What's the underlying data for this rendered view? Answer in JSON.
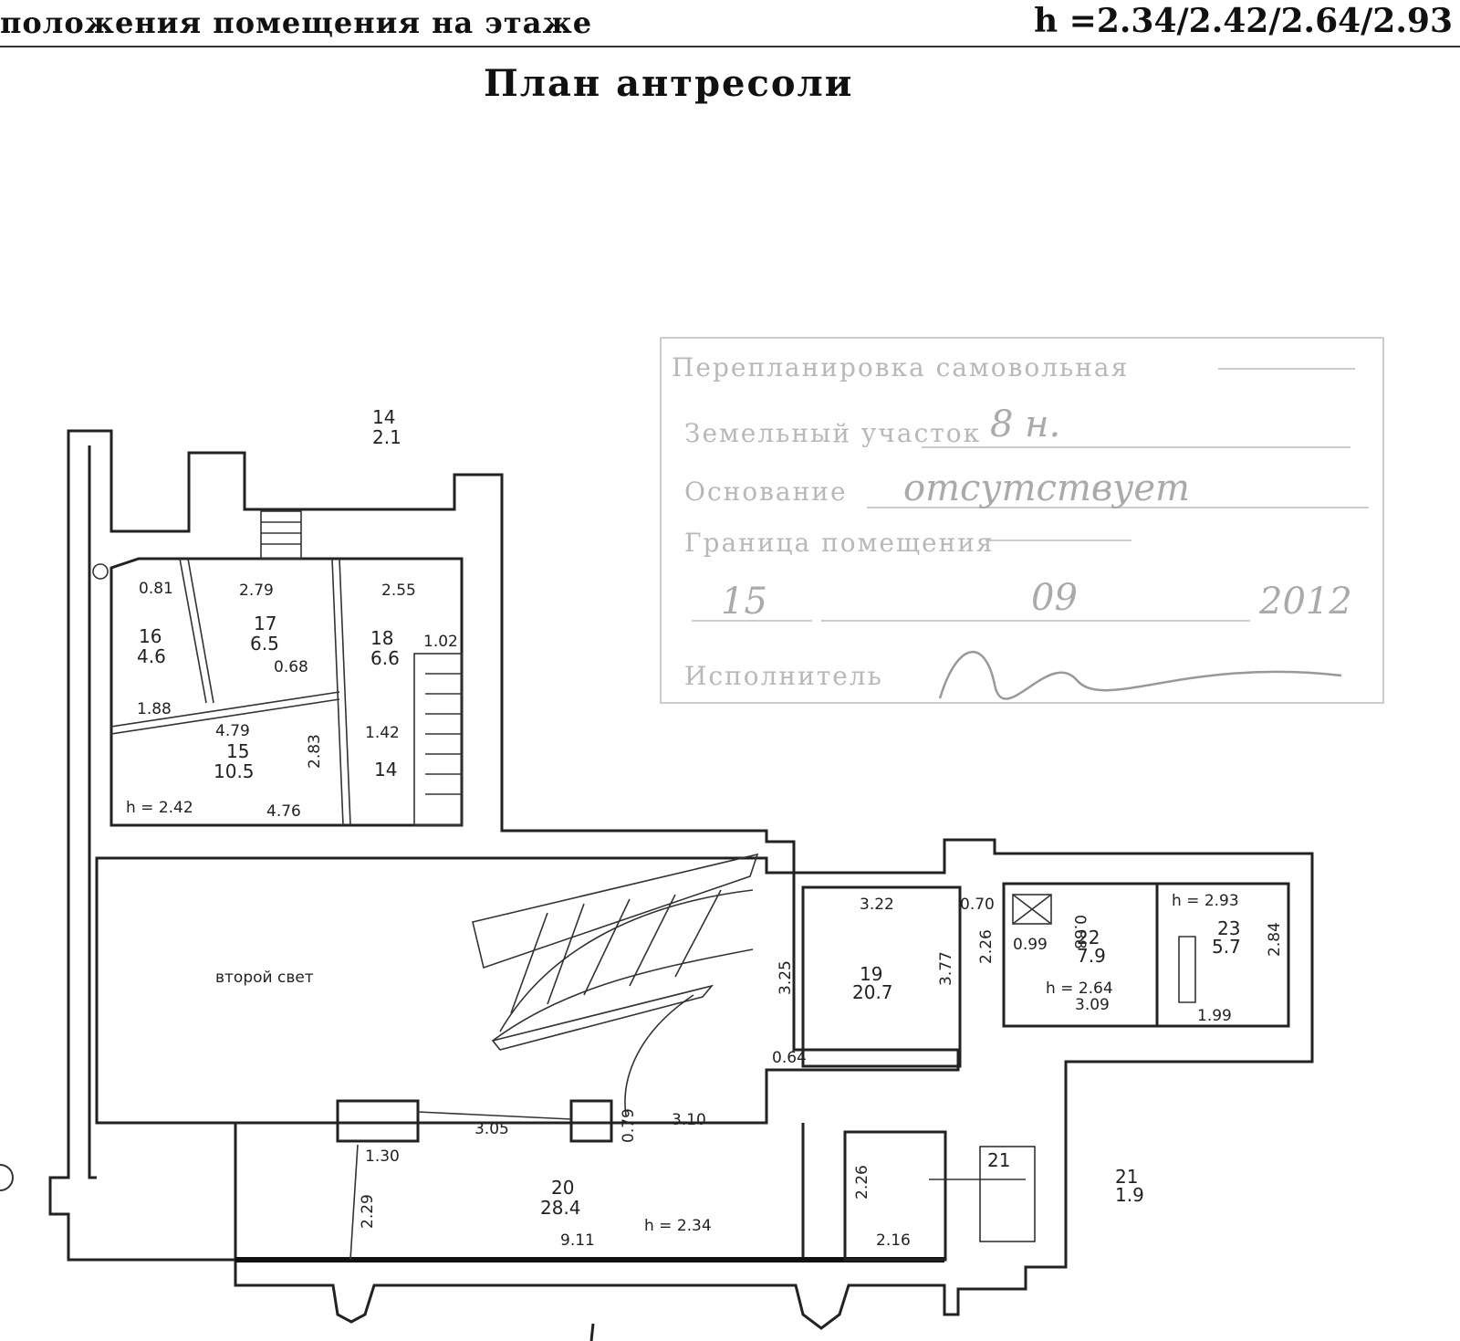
{
  "header": {
    "left_text": "положения помещения на этаже",
    "right_text": "h =2.34/2.42/2.64/2.93",
    "subtitle": "План антресоли"
  },
  "rooms": [
    {
      "id": "14",
      "area": "2.1"
    },
    {
      "id": "16",
      "area": "4.6"
    },
    {
      "id": "17",
      "area": "6.5"
    },
    {
      "id": "18",
      "area": "6.6"
    },
    {
      "id": "15",
      "area": "10.5"
    },
    {
      "id": "14",
      "area": ""
    },
    {
      "id": "19",
      "area": "20.7"
    },
    {
      "id": "22",
      "area": "7.9"
    },
    {
      "id": "23",
      "area": "5.7"
    },
    {
      "id": "20",
      "area": "28.4"
    },
    {
      "id": "21",
      "area": "1.9"
    },
    {
      "id": "21",
      "area": ""
    }
  ],
  "heights": [
    "h = 2.42",
    "h = 2.93",
    "h = 2.64",
    "h = 2.34"
  ],
  "dimensions": [
    "0.81",
    "2.79",
    "2.55",
    "0.68",
    "1.02",
    "1.88",
    "4.79",
    "1.42",
    "2.83",
    "4.76",
    "3.22",
    "0.70",
    "0.88",
    "0.99",
    "2.26",
    "3.77",
    "3.25",
    "0.64",
    "3.09",
    "1.99",
    "2.84",
    "3.05",
    "3.10",
    "0.79",
    "1.30",
    "2.29",
    "9.11",
    "2.16",
    "2.26"
  ],
  "second_light_label": "второй свет",
  "stamp": {
    "line1": "Перепланировка самовольная",
    "line2": "Земельный участок",
    "line3": "Основание",
    "line4": "Граница помещения",
    "line5": "Исполнитель",
    "handwriting": [
      "8 н.",
      "отсутствует",
      "15",
      "09",
      "2012"
    ]
  }
}
